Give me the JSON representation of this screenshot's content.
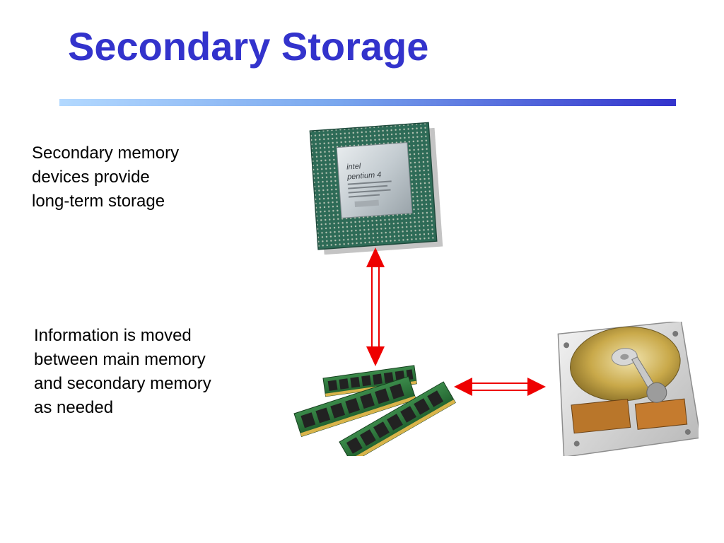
{
  "slide": {
    "title": "Secondary Storage",
    "paragraph1": [
      "Secondary memory",
      "devices provide",
      "long-term storage"
    ],
    "paragraph2": [
      "Information is moved",
      "between main memory",
      "and secondary memory",
      "as needed"
    ]
  },
  "images": {
    "cpu": {
      "depicts": "cpu-chip",
      "brand_text": "intel",
      "model_text": "pentium 4"
    },
    "ram": {
      "depicts": "memory-modules"
    },
    "hdd": {
      "depicts": "hard-disk-drive"
    }
  },
  "arrows": {
    "color": "#ee0000",
    "vertical": {
      "from": "cpu",
      "to": "memory-modules",
      "bidirectional": true
    },
    "horizontal": {
      "from": "memory-modules",
      "to": "hard-disk-drive",
      "bidirectional": true
    }
  },
  "colors": {
    "title": "#3333cc",
    "rule_start": "#b3d9ff",
    "rule_end": "#3333cc",
    "arrow": "#ee0000"
  }
}
